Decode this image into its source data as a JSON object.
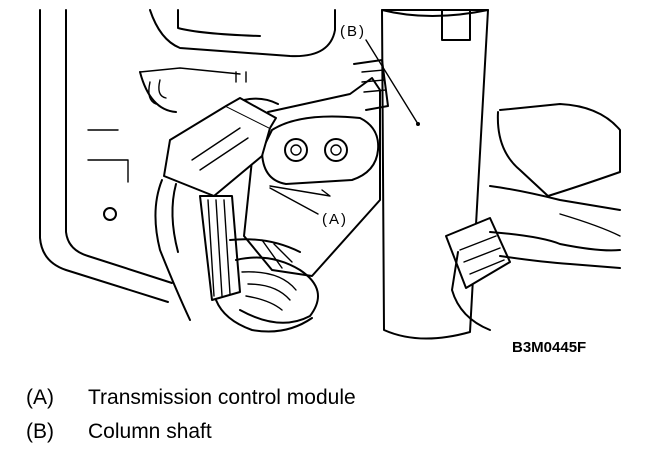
{
  "figure": {
    "code": "B3M0445F",
    "callout_a": "(A)",
    "callout_b": "(B)"
  },
  "legend": [
    {
      "key": "(A)",
      "text": "Transmission control module"
    },
    {
      "key": "(B)",
      "text": "Column shaft"
    }
  ]
}
